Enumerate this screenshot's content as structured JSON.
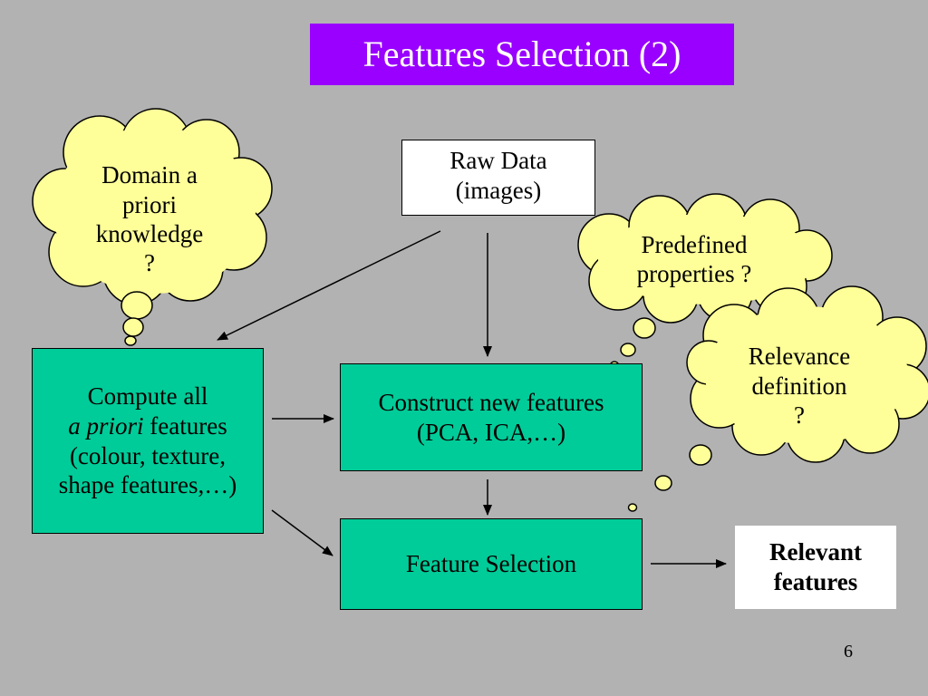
{
  "slide": {
    "title": "Features Selection (2)",
    "page_number": "6",
    "colors": {
      "background": "#b2b2b2",
      "title_fill": "#9900ff",
      "process_fill": "#00cc99",
      "cloud_fill": "#ffff99"
    }
  },
  "nodes": {
    "raw_data": {
      "line1": "Raw Data",
      "line2": "(images)"
    },
    "compute": {
      "line1": "Compute all",
      "line2_italic": "a priori",
      "line2_rest": " features",
      "line3": "(colour, texture,",
      "line4": "shape features,…)"
    },
    "construct": {
      "line1": "Construct new features",
      "line2": "(PCA, ICA,…)"
    },
    "feature_selection": {
      "label": "Feature Selection"
    },
    "relevant": {
      "line1": "Relevant",
      "line2": "features"
    }
  },
  "clouds": {
    "domain": {
      "line1": "Domain a",
      "line2": "priori",
      "line3": "knowledge",
      "line4": "?"
    },
    "predefined": {
      "line1": "Predefined",
      "line2": "properties ?"
    },
    "relevance": {
      "line1": "Relevance",
      "line2": "definition",
      "line3": "?"
    }
  }
}
